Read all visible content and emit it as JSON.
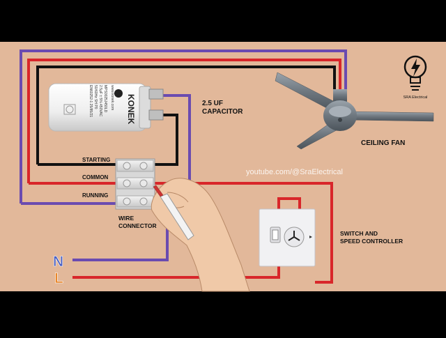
{
  "colors": {
    "background": "#e2b89a",
    "letterbox": "#000000",
    "wire_neutral": "#6a4bb0",
    "wire_live": "#d8262a",
    "wire_black": "#111111",
    "label_text": "#111111",
    "watermark": "#ffffff",
    "neutral_letter": "#4a5fc1",
    "live_letter": "#e8872c"
  },
  "labels": {
    "capacitor": "2.5 UF\nCAPACITOR",
    "ceiling_fan": "CEILING FAN",
    "starting": "STARTING",
    "common": "COMMON",
    "running": "RUNNING",
    "wire_connector": "WIRE\nCONNECTOR",
    "switch": "SWITCH AND\nSPEED CONTROLLER",
    "watermark": "youtube.com/@SraElectrical",
    "neutral": "N",
    "live": "L"
  },
  "logo": {
    "brand": "SRA Electrical"
  },
  "capacitor_print": {
    "brand": "KONEK",
    "site": "www.konek.com",
    "lines": [
      "MPS0025J450LD",
      "2.5µF ± 5% 450VAC",
      "50/60Hz SH P0",
      "EN60252-1 25/85/21"
    ]
  },
  "icons": [
    "lightbulb-logo-icon",
    "hand-pen-icon",
    "ceiling-fan-icon",
    "capacitor-icon",
    "terminal-block-icon",
    "speed-controller-icon"
  ]
}
